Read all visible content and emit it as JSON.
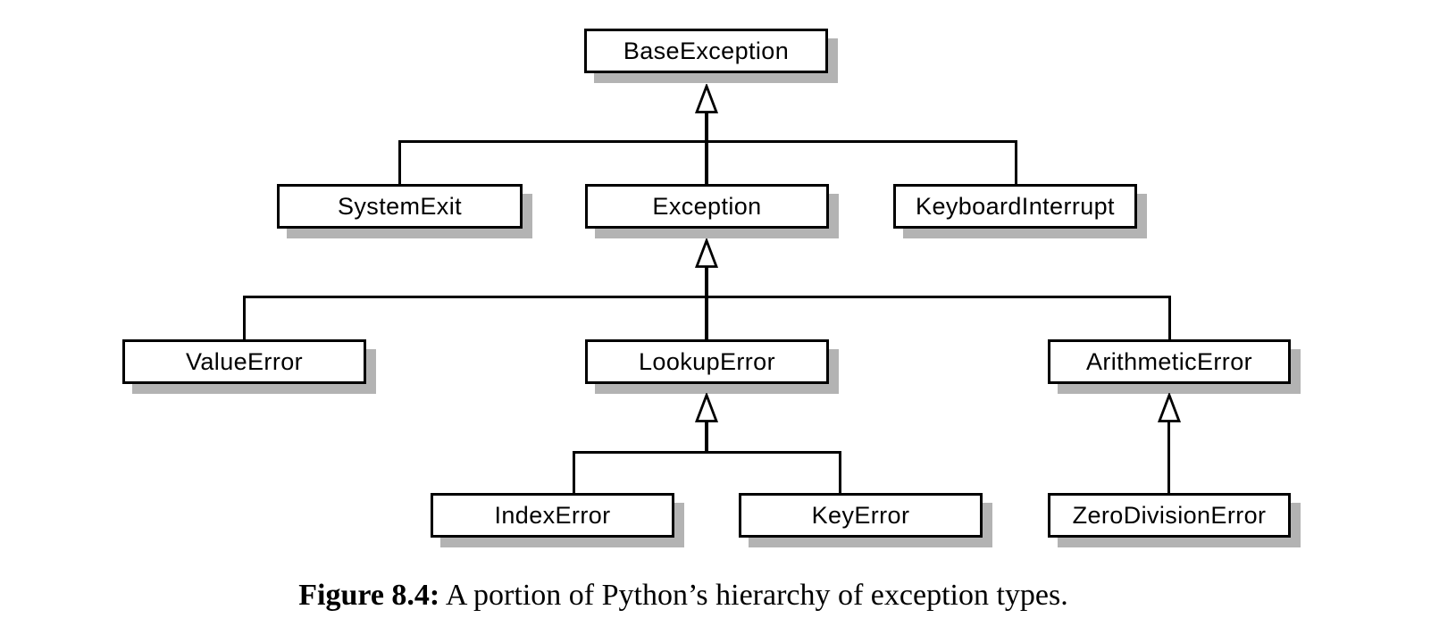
{
  "figure": {
    "caption_label": "Figure 8.4:",
    "caption_text": "A portion of Python’s hierarchy of exception types."
  },
  "diagram": {
    "type": "inheritance-tree",
    "nodes": {
      "base_exception": {
        "label": "BaseException"
      },
      "system_exit": {
        "label": "SystemExit"
      },
      "exception": {
        "label": "Exception"
      },
      "keyboard_interrupt": {
        "label": "KeyboardInterrupt"
      },
      "value_error": {
        "label": "ValueError"
      },
      "lookup_error": {
        "label": "LookupError"
      },
      "arithmetic_error": {
        "label": "ArithmeticError"
      },
      "index_error": {
        "label": "IndexError"
      },
      "key_error": {
        "label": "KeyError"
      },
      "zero_division_error": {
        "label": "ZeroDivisionError"
      }
    },
    "edges": [
      {
        "child": "SystemExit",
        "parent": "BaseException"
      },
      {
        "child": "Exception",
        "parent": "BaseException"
      },
      {
        "child": "KeyboardInterrupt",
        "parent": "BaseException"
      },
      {
        "child": "ValueError",
        "parent": "Exception"
      },
      {
        "child": "LookupError",
        "parent": "Exception"
      },
      {
        "child": "ArithmeticError",
        "parent": "Exception"
      },
      {
        "child": "IndexError",
        "parent": "LookupError"
      },
      {
        "child": "KeyError",
        "parent": "LookupError"
      },
      {
        "child": "ZeroDivisionError",
        "parent": "ArithmeticError"
      }
    ],
    "colors": {
      "box_fill": "#ffffff",
      "box_border": "#000000",
      "box_shadow": "#b3b3b3",
      "connector": "#000000",
      "background": "#ffffff"
    }
  }
}
